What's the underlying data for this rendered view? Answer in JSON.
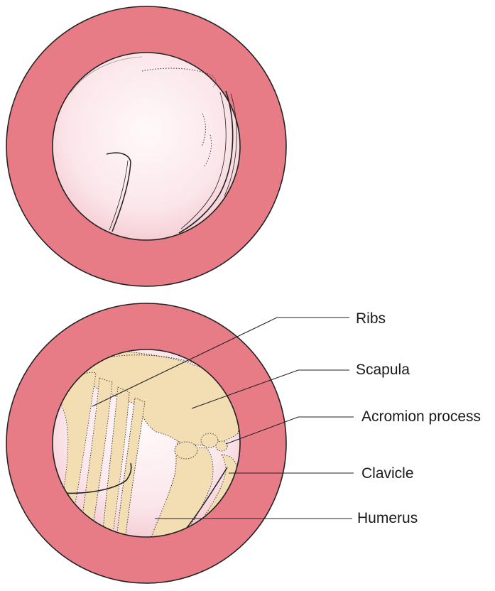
{
  "labels": {
    "ribs": "Ribs",
    "scapula": "Scapula",
    "acromion": "Acromion process",
    "clavicle": "Clavicle",
    "humerus": "Humerus"
  },
  "colors": {
    "ring": "#E87C86",
    "lumen_center": "#FFF7F8",
    "lumen_edge": "#F6CFD5",
    "bone": "#F3DDB3",
    "outline": "#222222"
  }
}
